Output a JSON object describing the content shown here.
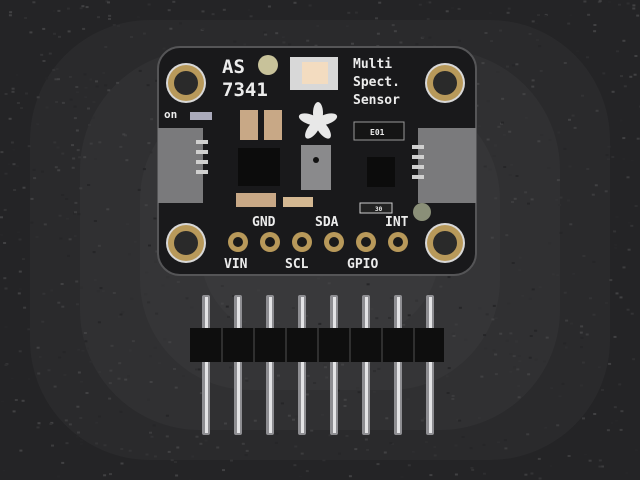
{
  "board": {
    "chip_name_line1": "AS",
    "chip_name_line2": "7341",
    "desc_line1": "Multi",
    "desc_line2": "Spect.",
    "desc_line3": "Sensor",
    "power_led_label": "on",
    "ic_marking": "E01",
    "resistor_marking": "30",
    "pins_top": [
      "GND",
      "SDA",
      "INT"
    ],
    "pins_bottom": [
      "VIN",
      "SCL",
      "GPIO"
    ]
  },
  "colors": {
    "background": "#2b2b2d",
    "pcb": "#1c1c1e",
    "gold": "#b8995a",
    "silkscreen": "#e8e8e8"
  },
  "header_pin_count": 8
}
